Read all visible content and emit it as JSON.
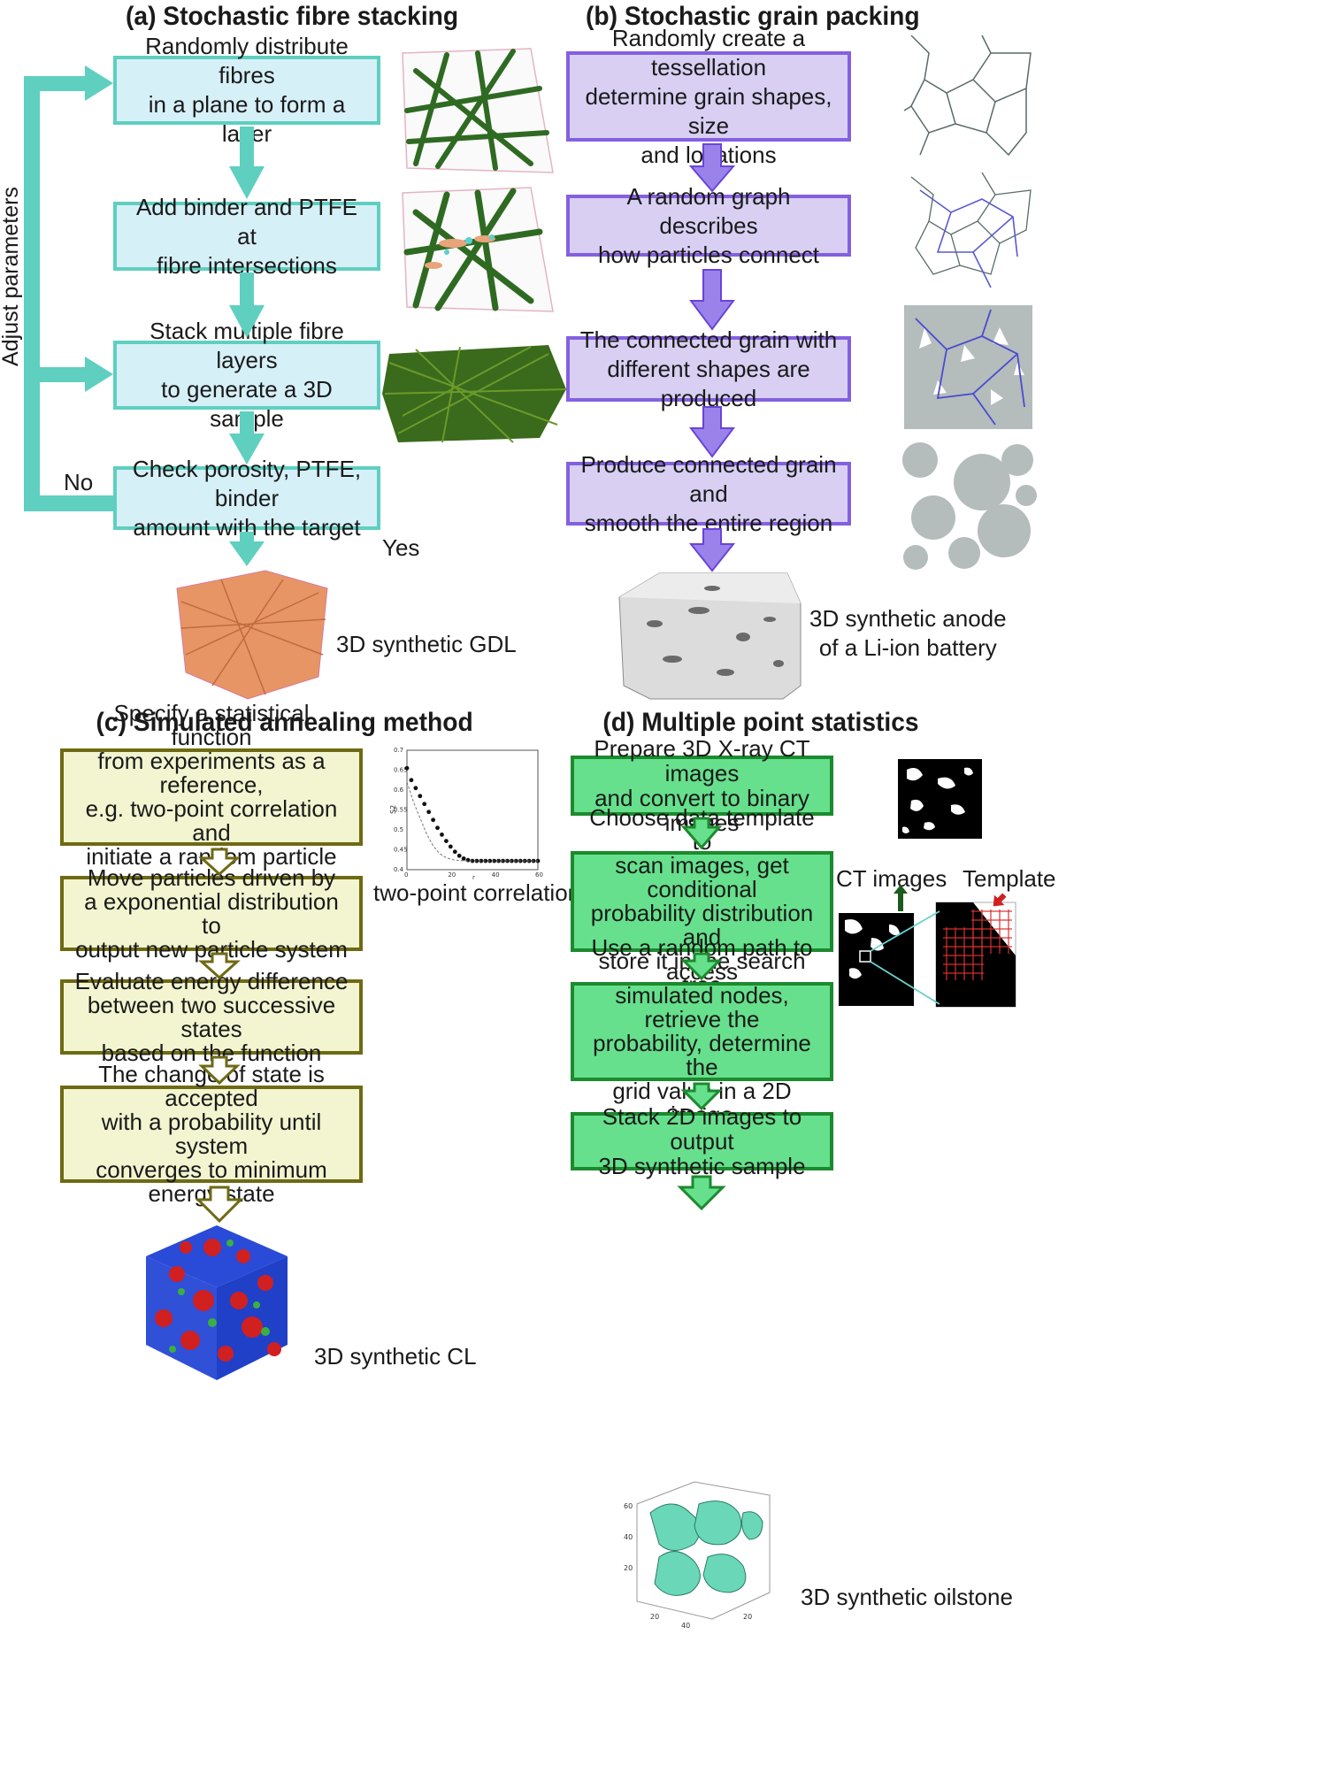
{
  "panel_a": {
    "title": "(a) Stochastic fibre stacking",
    "steps": [
      [
        "Randomly distribute fibres",
        "in a plane to form a layer"
      ],
      [
        "Add binder and PTFE at",
        "fibre intersections"
      ],
      [
        "Stack multiple fibre layers",
        "to generate a 3D sample"
      ],
      [
        "Check porosity, PTFE, binder",
        "amount with the target"
      ]
    ],
    "feedback_label": "Adjust parameters",
    "no_label": "No",
    "yes_label": "Yes",
    "result_label": "3D synthetic GDL",
    "colors": {
      "box": "#d6f0f8",
      "border": "#5fcfc0",
      "arrow": "#5fcfc0"
    }
  },
  "panel_b": {
    "title": "(b) Stochastic grain packing",
    "steps": [
      [
        "Randomly create a tessellation",
        "determine grain shapes, size",
        "and locations"
      ],
      [
        "A random graph describes",
        "how particles connect"
      ],
      [
        "The connected grain with",
        "different shapes are produced"
      ],
      [
        "Produce connected grain and",
        "smooth the entire region"
      ]
    ],
    "result_label": [
      "3D synthetic anode",
      "of a Li-ion battery"
    ],
    "colors": {
      "box": "#d8cff3",
      "border": "#8460e0",
      "arrow": "#8460e0"
    }
  },
  "panel_c": {
    "title": "(c) Simulated annealing method",
    "steps": [
      [
        "Specify a  statistical function",
        "from experiments as a reference,",
        "e.g. two-point correlation and",
        "initiate a random particle system"
      ],
      [
        "Move particles driven by",
        "a exponential distribution to",
        "output new particle system"
      ],
      [
        "Evaluate energy difference",
        "between two successive states",
        "based on the function"
      ],
      [
        "The change of state is accepted",
        "with a probability until system",
        "converges to minimum",
        "energy state"
      ]
    ],
    "inset_caption": "two-point correlation",
    "result_label": "3D synthetic CL",
    "colors": {
      "box": "#f2f5cf",
      "border": "#6e6a14",
      "arrow": "#6e6a14"
    }
  },
  "panel_d": {
    "title": "(d) Multiple point statistics",
    "steps": [
      [
        "Prepare 3D X-ray CT images",
        "and convert to binary images"
      ],
      [
        "Choose data template to",
        "scan images, get conditional",
        "probability distribution and",
        "store it in the search tree"
      ],
      [
        "Use a random path to access",
        "simulated nodes, retrieve the",
        "probability, determine the",
        "grid value in a 2D image"
      ],
      [
        "Stack 2D images to output",
        "3D synthetic sample"
      ]
    ],
    "ct_label": "CT images",
    "template_label": "Template",
    "result_label": "3D synthetic oilstone",
    "colors": {
      "box": "#66e08c",
      "border": "#1c8a2e",
      "arrow": "#1c8a2e"
    }
  },
  "chart_data": {
    "type": "scatter",
    "title": "",
    "xlabel": "r",
    "ylabel": "S2",
    "xlim": [
      0,
      60
    ],
    "ylim": [
      0.4,
      0.7
    ],
    "x_ticks": [
      "0",
      "20",
      "40",
      "60"
    ],
    "y_ticks": [
      "0.4",
      "0.45",
      "0.5",
      "0.55",
      "0.6",
      "0.65",
      "0.7"
    ],
    "series": [
      {
        "style": "dots",
        "x": [
          0,
          2,
          4,
          6,
          8,
          10,
          12,
          14,
          16,
          18,
          20,
          22,
          24,
          26,
          28,
          30,
          32,
          34,
          36,
          38,
          40,
          42,
          44,
          46,
          48,
          50,
          52,
          54,
          56,
          58,
          60
        ],
        "y": [
          0.655,
          0.625,
          0.605,
          0.585,
          0.565,
          0.545,
          0.525,
          0.505,
          0.488,
          0.472,
          0.458,
          0.445,
          0.435,
          0.428,
          0.424,
          0.422,
          0.422,
          0.422,
          0.422,
          0.422,
          0.422,
          0.422,
          0.422,
          0.422,
          0.422,
          0.422,
          0.422,
          0.422,
          0.422,
          0.422,
          0.422
        ]
      },
      {
        "style": "dashed",
        "x": [
          0,
          3,
          6,
          9,
          12,
          15,
          18,
          21,
          24,
          27,
          30,
          40,
          50,
          60
        ],
        "y": [
          0.62,
          0.57,
          0.53,
          0.49,
          0.46,
          0.44,
          0.43,
          0.425,
          0.423,
          0.422,
          0.422,
          0.422,
          0.422,
          0.422
        ]
      }
    ]
  }
}
